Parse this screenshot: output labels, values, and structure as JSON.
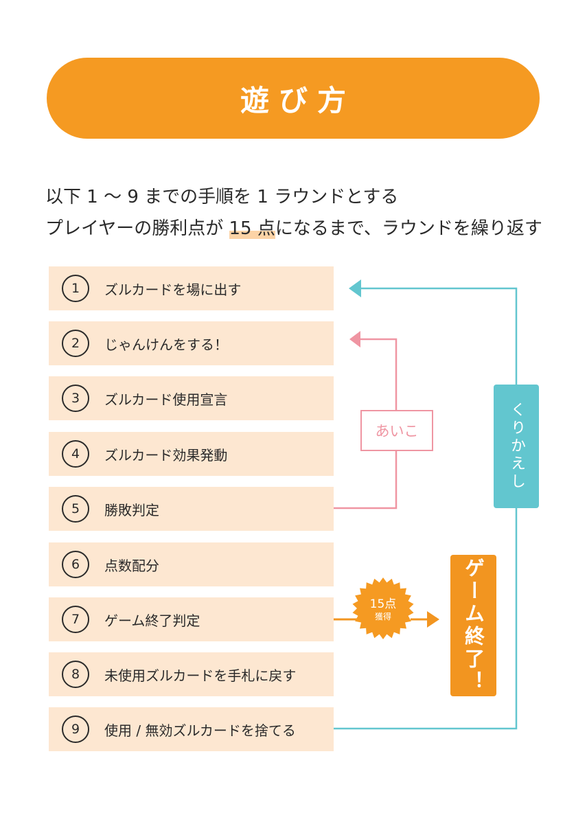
{
  "title": "遊び方",
  "intro": {
    "line1": "以下 1 〜 9 までの手順を 1 ラウンドとする",
    "line2_before": "プレイヤーの勝利点が ",
    "line2_highlight": "15 点",
    "line2_after": "になるまで、ラウンドを繰り返す"
  },
  "steps": [
    {
      "num": "1",
      "label": "ズルカードを場に出す"
    },
    {
      "num": "2",
      "label": "じゃんけんをする！"
    },
    {
      "num": "3",
      "label": "ズルカード使用宣言"
    },
    {
      "num": "4",
      "label": "ズルカード効果発動"
    },
    {
      "num": "5",
      "label": "勝敗判定"
    },
    {
      "num": "6",
      "label": "点数配分"
    },
    {
      "num": "7",
      "label": "ゲーム終了判定"
    },
    {
      "num": "8",
      "label": "未使用ズルカードを手札に戻す"
    },
    {
      "num": "9",
      "label": "使用 / 無効ズルカードを捨てる"
    }
  ],
  "aiko_label": "あいこ",
  "repeat_label": "くりかえし",
  "badge": {
    "line1": "15点",
    "line2": "獲得"
  },
  "game_end_label": "ゲーム終了！",
  "colors": {
    "orange": "#f59a22",
    "step_bg": "#fde7d1",
    "pink": "#ef95a2",
    "teal": "#62c6cf"
  }
}
